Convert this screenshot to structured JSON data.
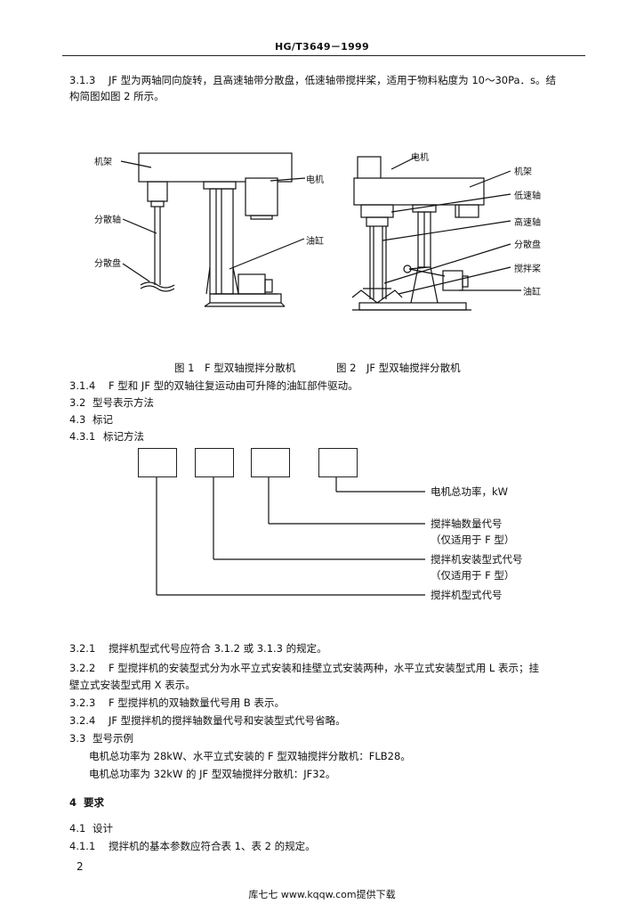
{
  "header": {
    "standard": "HG/T3649－1999"
  },
  "para_313": {
    "num": "3.1.3",
    "line1": "JF 型为两轴同向旋转，且高速轴带分散盘，低速轴带搅拌桨，适用于物料粘度为 10～30Pa．s。结",
    "line2": "构简图如图 2 所示。"
  },
  "fig1": {
    "labels": {
      "frame": "机架",
      "motor": "电机",
      "disp_shaft": "分散轴",
      "cylinder": "油缸",
      "disp_disc": "分散盘"
    },
    "caption": "图 1　F 型双轴搅拌分散机"
  },
  "fig2": {
    "labels": {
      "motor": "电机",
      "frame": "机架",
      "low_shaft": "低速轴",
      "high_shaft": "高速轴",
      "disp_disc": "分散盘",
      "paddle": "搅拌桨",
      "cylinder": "油缸"
    },
    "caption": "图 2　JF 型双轴搅拌分散机"
  },
  "para_314": {
    "num": "3.1.4",
    "text": "F 型和 JF 型的双轴往复运动由可升降的油缸部件驱动。"
  },
  "sec_32": {
    "num": "3.2",
    "text": "型号表示方法"
  },
  "sec_43": {
    "num": "4.3",
    "text": "标记"
  },
  "sec_431": {
    "num": "4.3.1",
    "text": "标记方法"
  },
  "marking": {
    "power": "电机总功率，kW",
    "shaft_count": "搅拌轴数量代号",
    "shaft_count_note": "（仅适用于 F 型）",
    "install_type": "搅拌机安装型式代号",
    "install_type_note": "（仅适用于 F 型）",
    "model_type": "搅拌机型式代号"
  },
  "para_321": {
    "num": "3.2.1",
    "text": "搅拌机型式代号应符合 3.1.2 或 3.1.3 的规定。"
  },
  "para_322": {
    "num": "3.2.2",
    "line1": "F 型搅拌机的安装型式分为水平立式安装和挂壁立式安装两种，水平立式安装型式用 L 表示；挂",
    "line2": "壁立式安装型式用 X 表示。"
  },
  "para_323": {
    "num": "3.2.3",
    "text": "F 型搅拌机的双轴数量代号用 B 表示。"
  },
  "para_324": {
    "num": "3.2.4",
    "text": "JF 型搅拌机的搅拌轴数量代号和安装型式代号省略。"
  },
  "sec_33": {
    "num": "3.3",
    "text": "型号示例"
  },
  "example1": "电机总功率为 28kW、水平立式安装的 F 型双轴搅拌分散机：FLB28。",
  "example2": "电机总功率为 32kW 的 JF 型双轴搅拌分散机：JF32。",
  "sec_4": {
    "num": "4",
    "text": "要求"
  },
  "sec_41": {
    "num": "4.1",
    "text": "设计"
  },
  "para_411": {
    "num": "4.1.1",
    "text": "搅拌机的基本参数应符合表 1、表 2 的规定。"
  },
  "page_number": "2",
  "footer": "库七七 www.kqqw.com提供下载"
}
